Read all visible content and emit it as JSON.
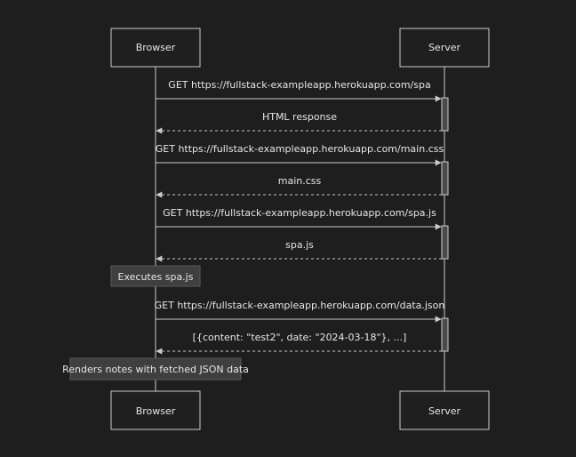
{
  "participants": [
    {
      "id": "browser",
      "label": "Browser"
    },
    {
      "id": "server",
      "label": "Server"
    }
  ],
  "messages": [
    {
      "from": "browser",
      "to": "server",
      "text": "GET https://fullstack-exampleapp.herokuapp.com/spa",
      "style": "solid"
    },
    {
      "from": "server",
      "to": "browser",
      "text": "HTML response",
      "style": "dotted"
    },
    {
      "from": "browser",
      "to": "server",
      "text": "GET https://fullstack-exampleapp.herokuapp.com/main.css",
      "style": "solid"
    },
    {
      "from": "server",
      "to": "browser",
      "text": "main.css",
      "style": "dotted"
    },
    {
      "from": "browser",
      "to": "server",
      "text": "GET https://fullstack-exampleapp.herokuapp.com/spa.js",
      "style": "solid"
    },
    {
      "from": "server",
      "to": "browser",
      "text": "spa.js",
      "style": "dotted"
    },
    {
      "from": "browser",
      "to": "server",
      "text": "GET https://fullstack-exampleapp.herokuapp.com/data.json",
      "style": "solid"
    },
    {
      "from": "server",
      "to": "browser",
      "text": "[{content: \"test2\", date: \"2024-03-18\"}, ...]",
      "style": "dotted"
    }
  ],
  "notes": [
    {
      "over": "browser",
      "text": "Executes spa.js"
    },
    {
      "over": "browser",
      "text": "Renders notes with fetched JSON data"
    }
  ],
  "colors": {
    "background": "#1e1e1e",
    "line": "#cccccc",
    "actor_fill": "#1f1f1f",
    "activation_fill": "#4a4a4a",
    "note_fill": "#3f3f3f",
    "text": "#e6e6e6"
  }
}
